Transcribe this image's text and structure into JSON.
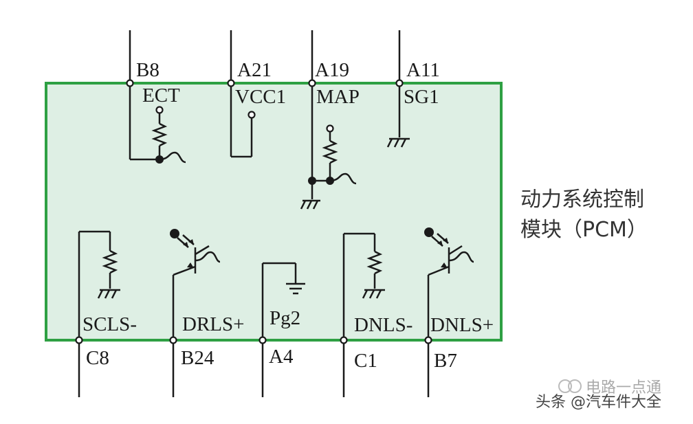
{
  "module": {
    "name_line1": "动力系统控制",
    "name_line2": "模块（PCM）",
    "fill": "#deefe4",
    "border": "#2ea043"
  },
  "top_pins": [
    {
      "pin": "B8",
      "signal": "ECT"
    },
    {
      "pin": "A21",
      "signal": "VCC1"
    },
    {
      "pin": "A19",
      "signal": "MAP"
    },
    {
      "pin": "A11",
      "signal": "SG1"
    }
  ],
  "bottom_pins": [
    {
      "pin": "C8",
      "signal": "SCLS-"
    },
    {
      "pin": "B24",
      "signal": "DRLS+"
    },
    {
      "pin": "A4",
      "signal": "Pg2"
    },
    {
      "pin": "C1",
      "signal": "DNLS-"
    },
    {
      "pin": "B7",
      "signal": "DNLS+"
    }
  ],
  "watermark": {
    "line1": "电路一点通",
    "line2": "头条 @汽车件大全"
  },
  "colors": {
    "wire": "#1a1a1a",
    "text": "#1a1a1a"
  }
}
